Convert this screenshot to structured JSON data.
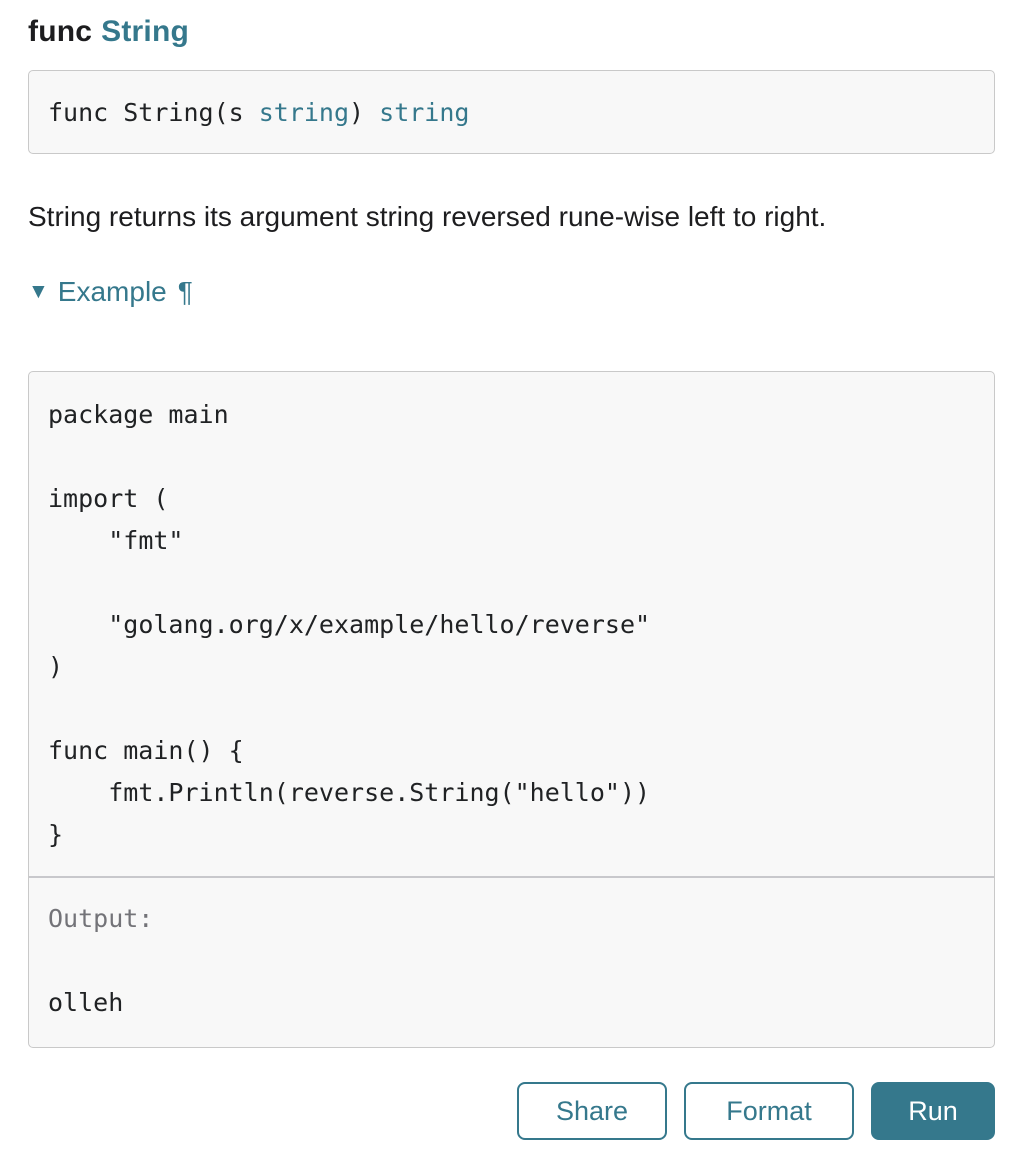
{
  "title": {
    "keyword": "func",
    "name": "String"
  },
  "signature": {
    "text_before": "func String(s ",
    "param_type": "string",
    "text_mid": ") ",
    "return_type": "string"
  },
  "description": "String returns its argument string reversed rune-wise left to right.",
  "example": {
    "toggle_icon": "▼",
    "label": "Example",
    "anchor_icon": "¶"
  },
  "playground": {
    "code": "package main\n\nimport (\n\t\"fmt\"\n\n\t\"golang.org/x/example/hello/reverse\"\n)\n\nfunc main() {\n\tfmt.Println(reverse.String(\"hello\"))\n}",
    "output_label": "Output:",
    "output_value": "olleh"
  },
  "buttons": {
    "share": "Share",
    "format": "Format",
    "run": "Run"
  },
  "colors": {
    "accent_teal": "#35788C",
    "text_dark": "#1d1d1f",
    "code_text": "#202224",
    "output_muted": "#737378",
    "box_background": "#f8f8f8",
    "box_border": "#c9c9c9"
  }
}
